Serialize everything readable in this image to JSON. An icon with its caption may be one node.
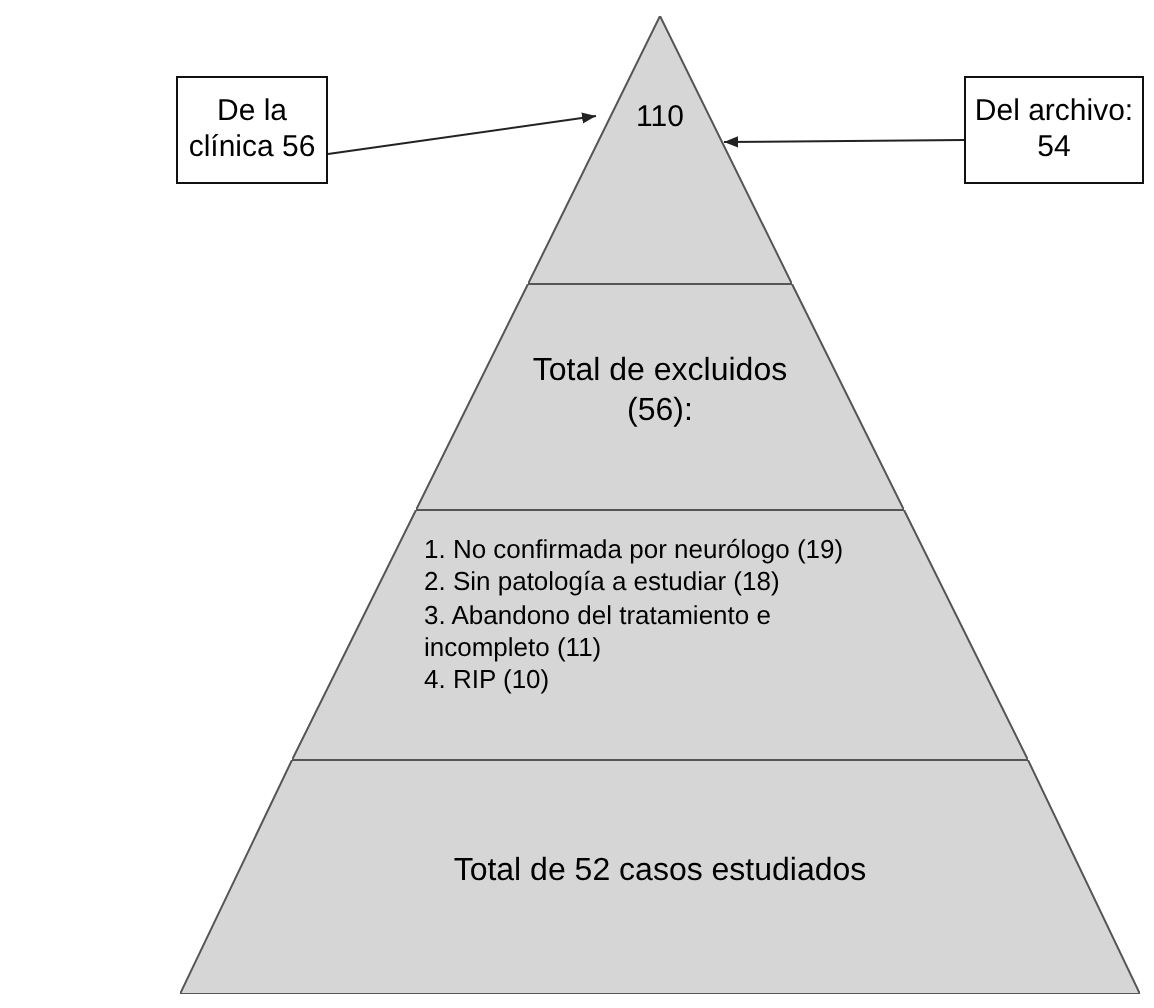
{
  "diagram": {
    "nodes": [
      {
        "text": [
          "De la clínica 56"
        ]
      },
      {
        "text": [
          "110"
        ]
      },
      {
        "text": [
          "Del archivo: 54"
        ]
      },
      {
        "text": [
          "Total de excluidos (56):"
        ]
      },
      {
        "text": [
          "1. No confirmada por neurólogo (19)",
          "2. Sin patología a estudiar (18)",
          "3. Abandono del tratamiento e incompleto (11)",
          "4. RIP (10)"
        ]
      },
      {
        "text": [
          "Total de 52 casos estudiados"
        ]
      }
    ],
    "edges": [
      {
        "from": 0,
        "to": 1,
        "arrow": "to"
      },
      {
        "from": 2,
        "to": 1,
        "arrow": "to"
      }
    ]
  }
}
